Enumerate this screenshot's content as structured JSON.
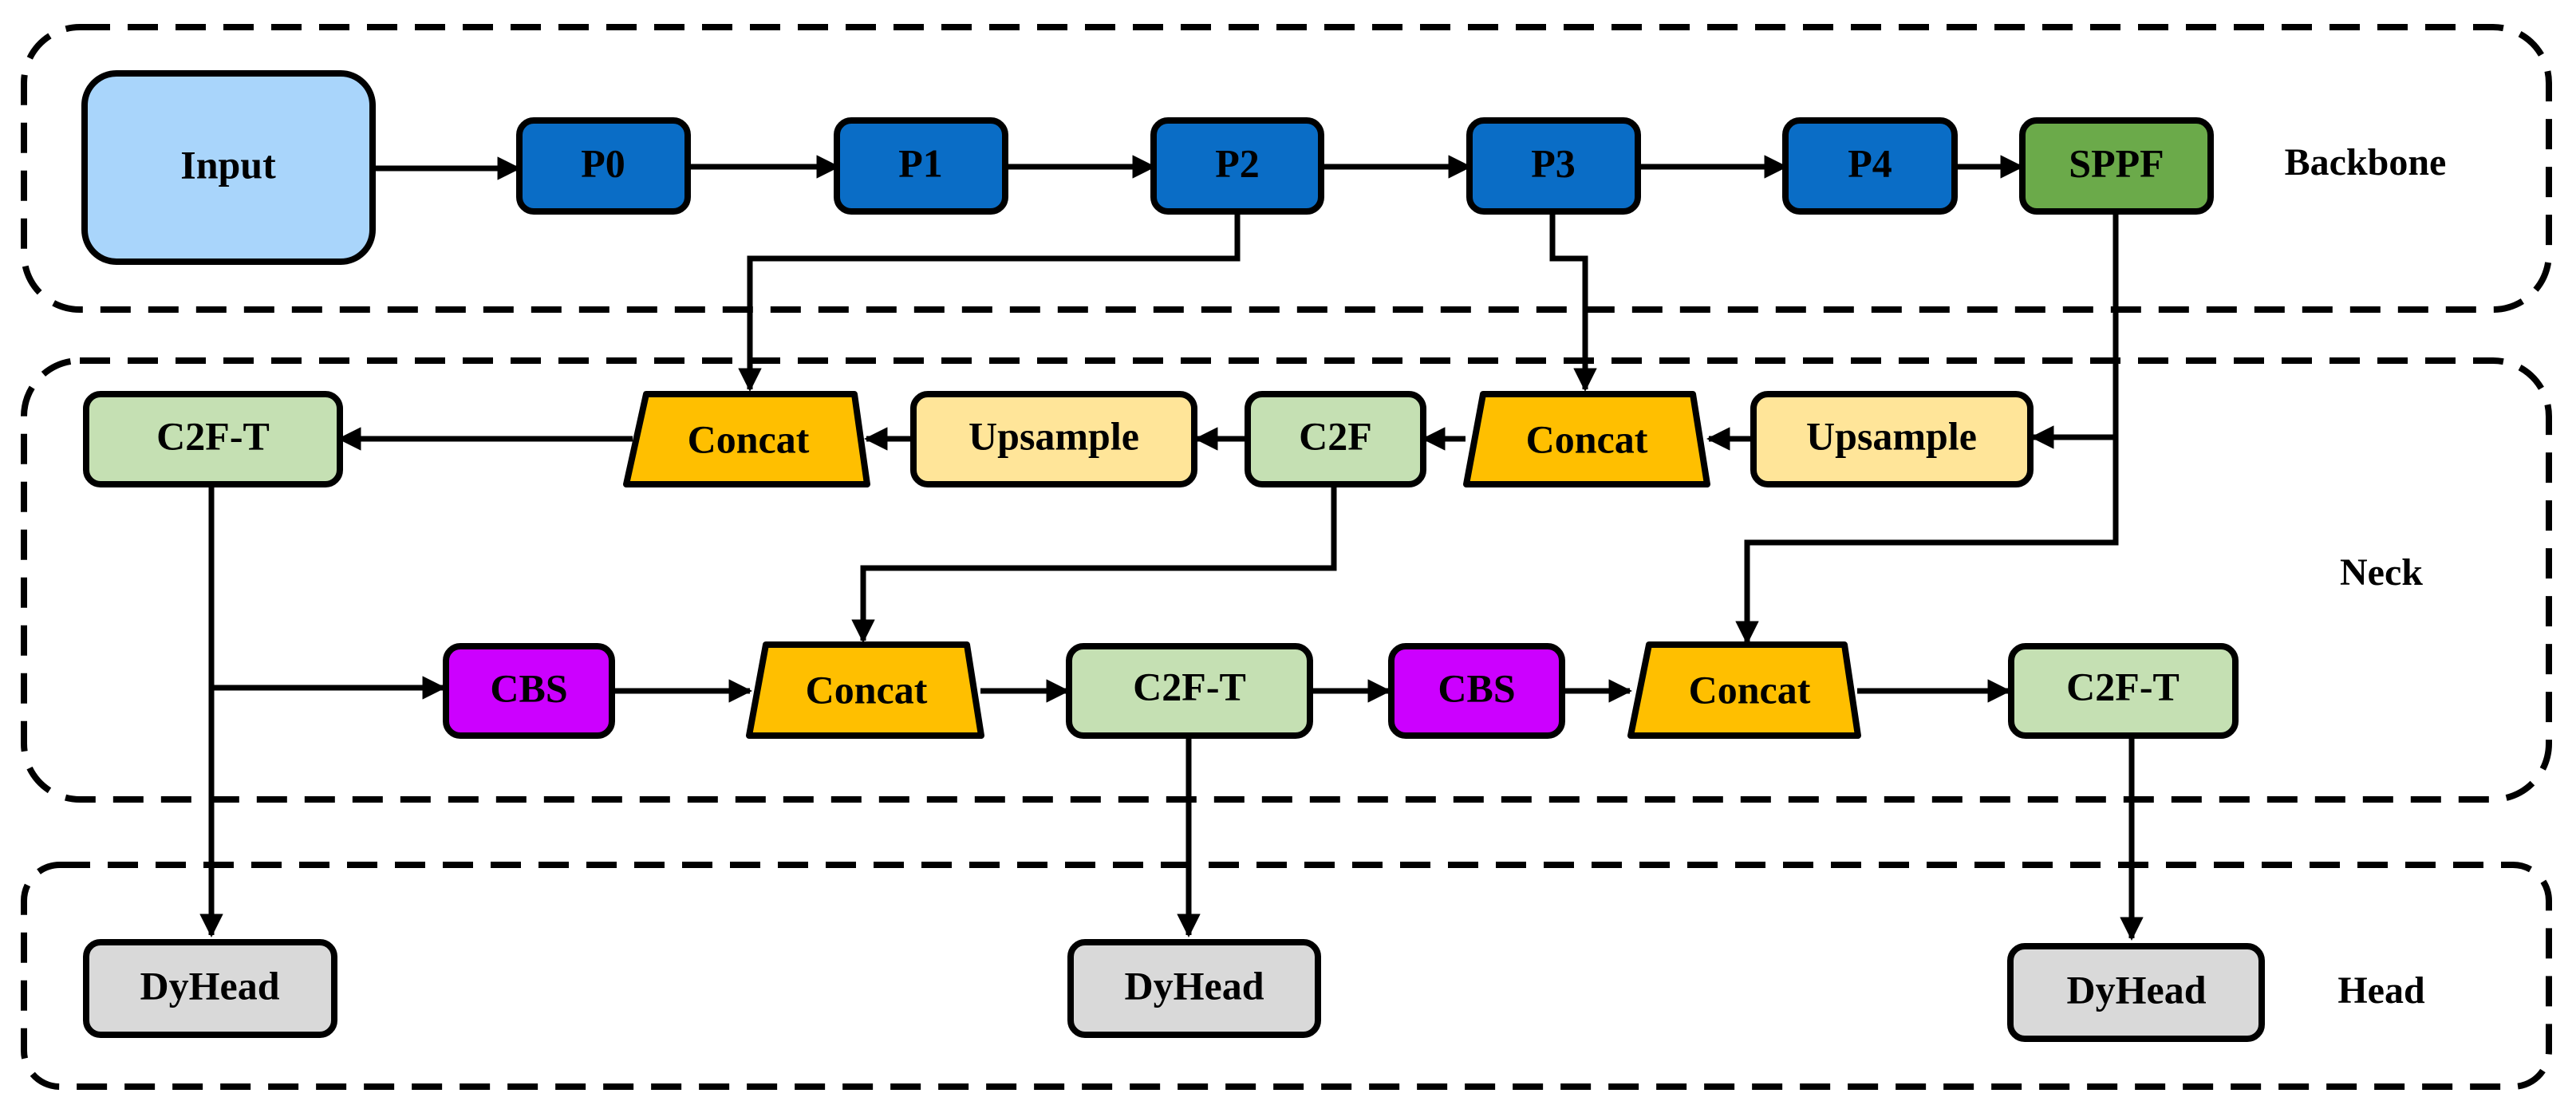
{
  "sections": {
    "backbone": "Backbone",
    "neck": "Neck",
    "head": "Head"
  },
  "nodes": {
    "input": "Input",
    "p0": "P0",
    "p1": "P1",
    "p2": "P2",
    "p3": "P3",
    "p4": "P4",
    "sppf": "SPPF",
    "c2ft_top": "C2F-T",
    "concat_top_left": "Concat",
    "upsample_left": "Upsample",
    "c2f": "C2F",
    "concat_top_right": "Concat",
    "upsample_right": "Upsample",
    "cbs_left": "CBS",
    "concat_bottom_left": "Concat",
    "c2ft_mid": "C2F-T",
    "cbs_right": "CBS",
    "concat_bottom_right": "Concat",
    "c2ft_right": "C2F-T",
    "dyhead_left": "DyHead",
    "dyhead_mid": "DyHead",
    "dyhead_right": "DyHead"
  },
  "colors": {
    "input": "#A9D5FB",
    "backbone_block": "#0A6DC6",
    "sppf": "#6BAA4A",
    "c2f": "#C5E0B3",
    "concat": "#FFBF00",
    "upsample": "#FFE599",
    "cbs": "#CC00FF",
    "dyhead": "#D9D9D9"
  }
}
